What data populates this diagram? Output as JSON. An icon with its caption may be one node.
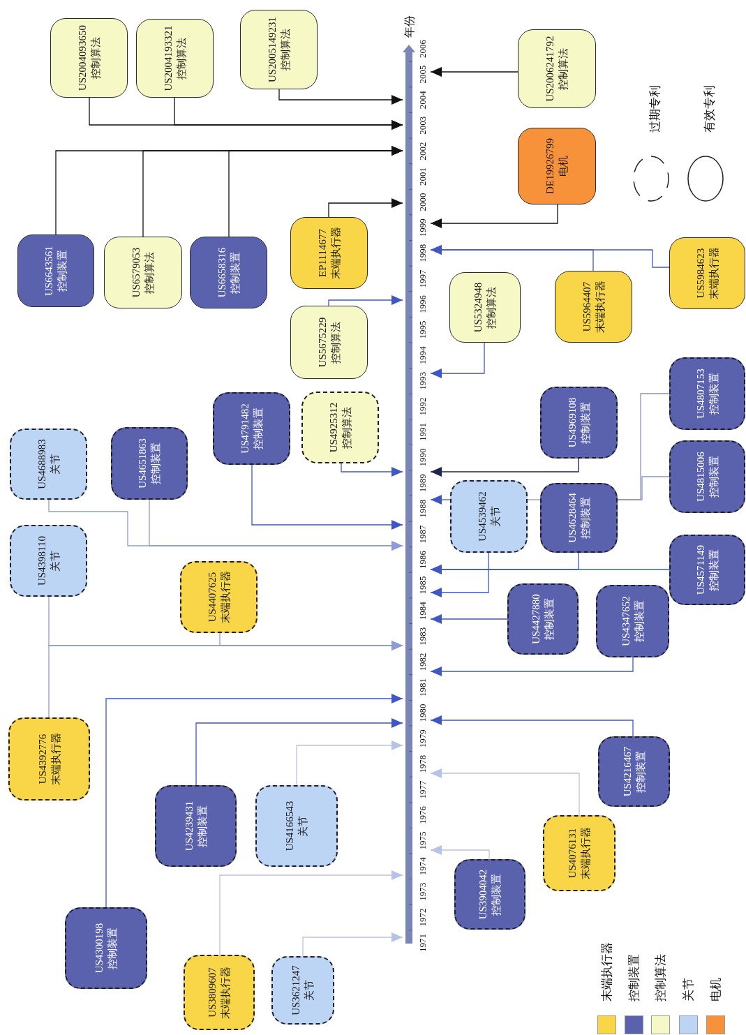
{
  "diagram": {
    "nodes": [
      {
        "text": [
          "年份"
        ]
      },
      {
        "text": [
          "US2005149231",
          "控制算法"
        ]
      },
      {
        "text": [
          "US2004093650",
          "控制算法"
        ]
      },
      {
        "text": [
          "US2004193321",
          "控制算法"
        ]
      },
      {
        "text": [
          "US2006241792",
          "控制算法"
        ]
      },
      {
        "text": [
          "DE19926799",
          "电机"
        ]
      },
      {
        "text": [
          "EP1114677",
          "末端执行器"
        ]
      },
      {
        "text": [
          "US6643561",
          "控制装置"
        ]
      },
      {
        "text": [
          "US6579053",
          "控制算法"
        ]
      },
      {
        "text": [
          "US6658316",
          "控制装置"
        ]
      },
      {
        "text": [
          "US5984623",
          "末端执行器"
        ]
      },
      {
        "text": [
          "US5964407",
          "末端执行器"
        ]
      },
      {
        "text": [
          "US5324948",
          "控制算法"
        ]
      },
      {
        "text": [
          "US5675229",
          "控制算法"
        ]
      },
      {
        "text": [
          "US4807153",
          "控制装置"
        ]
      },
      {
        "text": [
          "US4969108",
          "控制装置"
        ]
      },
      {
        "text": [
          "US4791482",
          "控制装置"
        ]
      },
      {
        "text": [
          "US4925312",
          "控制算法"
        ]
      },
      {
        "text": [
          "US4688983",
          "关节"
        ]
      },
      {
        "text": [
          "US4651863",
          "控制装置"
        ]
      },
      {
        "text": [
          "US4815006",
          "控制装置"
        ]
      },
      {
        "text": [
          "US4539462",
          "关节"
        ]
      },
      {
        "text": [
          "US4628464",
          "控制装置"
        ]
      },
      {
        "text": [
          "US4398110",
          "关节"
        ]
      },
      {
        "text": [
          "US4571149",
          "控制装置"
        ]
      },
      {
        "text": [
          "US4407625",
          "末端执行器"
        ]
      },
      {
        "text": [
          "US4427880",
          "控制装置"
        ]
      },
      {
        "text": [
          "US4347652",
          "控制装置"
        ]
      },
      {
        "text": [
          "US4392776",
          "末端执行器"
        ]
      },
      {
        "text": [
          "US4216467",
          "控制装置"
        ]
      },
      {
        "text": [
          "US4239431",
          "控制装置"
        ]
      },
      {
        "text": [
          "US4166543",
          "关节"
        ]
      },
      {
        "text": [
          "US4076131",
          "末端执行器"
        ]
      },
      {
        "text": [
          "US3904042",
          "控制装置"
        ]
      },
      {
        "text": [
          "US4300198",
          "控制装置"
        ]
      },
      {
        "text": [
          "US3809607",
          "末端执行器"
        ]
      },
      {
        "text": [
          "US3621247",
          "关节"
        ]
      }
    ],
    "edges": [
      {
        "from": 1,
        "to": 0,
        "arrow": "to",
        "color": "#111111"
      },
      {
        "from": 2,
        "to": 0,
        "arrow": "to",
        "color": "#111111"
      },
      {
        "from": 3,
        "to": 0,
        "arrow": "to",
        "color": "#111111"
      },
      {
        "from": 4,
        "to": 0,
        "arrow": "to",
        "color": "#111111"
      },
      {
        "from": 5,
        "to": 0,
        "arrow": "to",
        "color": "#111111"
      },
      {
        "from": 6,
        "to": 0,
        "arrow": "to",
        "color": "#111111"
      },
      {
        "from": 7,
        "to": 0,
        "arrow": "to",
        "color": "#111111"
      },
      {
        "from": 8,
        "to": 0,
        "arrow": "to",
        "color": "#111111"
      },
      {
        "from": 9,
        "to": 0,
        "arrow": "to",
        "color": "#111111"
      },
      {
        "from": 10,
        "to": 0,
        "arrow": "to"
      },
      {
        "from": 11,
        "to": 0,
        "arrow": "to"
      },
      {
        "from": 12,
        "to": 0,
        "arrow": "to"
      },
      {
        "from": 13,
        "to": 0,
        "arrow": "to"
      },
      {
        "from": 14,
        "to": 22,
        "arrow": "none",
        "color": "#8a94c0"
      },
      {
        "from": 15,
        "to": 0,
        "arrow": "to",
        "color": "#1c2554"
      },
      {
        "from": 16,
        "to": 0,
        "arrow": "to"
      },
      {
        "from": 17,
        "to": 0,
        "arrow": "to"
      },
      {
        "from": 18,
        "to": 0,
        "arrow": "to",
        "color": "#8d9bd6"
      },
      {
        "from": 19,
        "to": 0,
        "arrow": "to",
        "color": "#8d9bd6"
      },
      {
        "from": 20,
        "to": 22,
        "arrow": "none",
        "color": "#8a94c0"
      },
      {
        "from": 21,
        "to": 0,
        "arrow": "to"
      },
      {
        "from": 21,
        "to": 0,
        "arrow": "to"
      },
      {
        "from": 22,
        "to": 21,
        "arrow": "none",
        "color": "#8a94c0"
      },
      {
        "from": 22,
        "to": 0,
        "arrow": "to"
      },
      {
        "from": 24,
        "to": 0,
        "arrow": "to"
      },
      {
        "from": 23,
        "to": 0,
        "arrow": "to",
        "color": "#8d9bd6"
      },
      {
        "from": 25,
        "to": 0,
        "arrow": "to",
        "color": "#8d9bd6"
      },
      {
        "from": 28,
        "to": 0,
        "arrow": "to",
        "color": "#8d9bd6"
      },
      {
        "from": 26,
        "to": 0,
        "arrow": "to"
      },
      {
        "from": 27,
        "to": 0,
        "arrow": "to"
      },
      {
        "from": 34,
        "to": 0,
        "arrow": "to"
      },
      {
        "from": 29,
        "to": 0,
        "arrow": "to"
      },
      {
        "from": 30,
        "to": 0,
        "arrow": "to"
      },
      {
        "from": 31,
        "to": 0,
        "arrow": "to",
        "color": "#b7c2ea"
      },
      {
        "from": 32,
        "to": 0,
        "arrow": "to",
        "color": "#b7c2ea"
      },
      {
        "from": 33,
        "to": 0,
        "arrow": "to",
        "color": "#b7c2ea"
      },
      {
        "from": 35,
        "to": 0,
        "arrow": "to",
        "color": "#b7c2ea"
      },
      {
        "from": 36,
        "to": 0,
        "arrow": "to",
        "color": "#b7c2ea"
      }
    ],
    "labels": [
      "1971",
      "1972",
      "1973",
      "1974",
      "1975",
      "1976",
      "1977",
      "1978",
      "1979",
      "1980",
      "1981",
      "1982",
      "1983",
      "1984",
      "1985",
      "1986",
      "1987",
      "1988",
      "1989",
      "1990",
      "1991",
      "1992",
      "1993",
      "1994",
      "1995",
      "1996",
      "1997",
      "1998",
      "1999",
      "2000",
      "2001",
      "2002",
      "2003",
      "2004",
      "2005",
      "2006"
    ],
    "legend": [
      {
        "text": "末端执行器",
        "color": "#f9d648"
      },
      {
        "text": "控制装置",
        "color": "#5a62ad"
      },
      {
        "text": "控制算法",
        "color": "#f6f8c6"
      },
      {
        "text": "关节",
        "color": "#bdd5f5"
      },
      {
        "text": "电机",
        "color": "#f7923a"
      },
      {
        "text": "过期专利"
      },
      {
        "text": "有效专利"
      }
    ]
  }
}
